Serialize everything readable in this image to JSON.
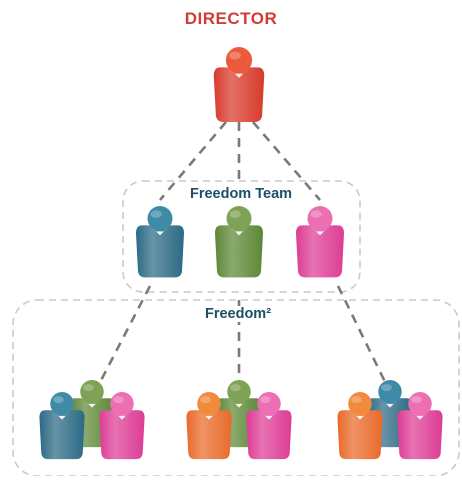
{
  "director": {
    "label": "DIRECTOR",
    "color": "#d03c34"
  },
  "freedom_team": {
    "label": "Freedom Team",
    "members": [
      "blue",
      "green",
      "pink"
    ]
  },
  "freedom_squared": {
    "label": "Freedom²",
    "groups": [
      [
        "blue",
        "green",
        "pink"
      ],
      [
        "orange",
        "green",
        "pink"
      ],
      [
        "orange",
        "blue",
        "pink"
      ]
    ]
  },
  "colors": {
    "label_dark": "#1e4f66",
    "dashed_box": "#c9c9c9",
    "connector": "#7a7a7a",
    "person": {
      "red": {
        "head": "#ec5a3c",
        "body": "#d73a2a"
      },
      "blue": {
        "head": "#3f8aa6",
        "body": "#2c6a85"
      },
      "green": {
        "head": "#7ea256",
        "body": "#5d8836"
      },
      "pink": {
        "head": "#ec6fb3",
        "body": "#dd3c95"
      },
      "orange": {
        "head": "#f08a3c",
        "body": "#e96a2a"
      }
    }
  }
}
